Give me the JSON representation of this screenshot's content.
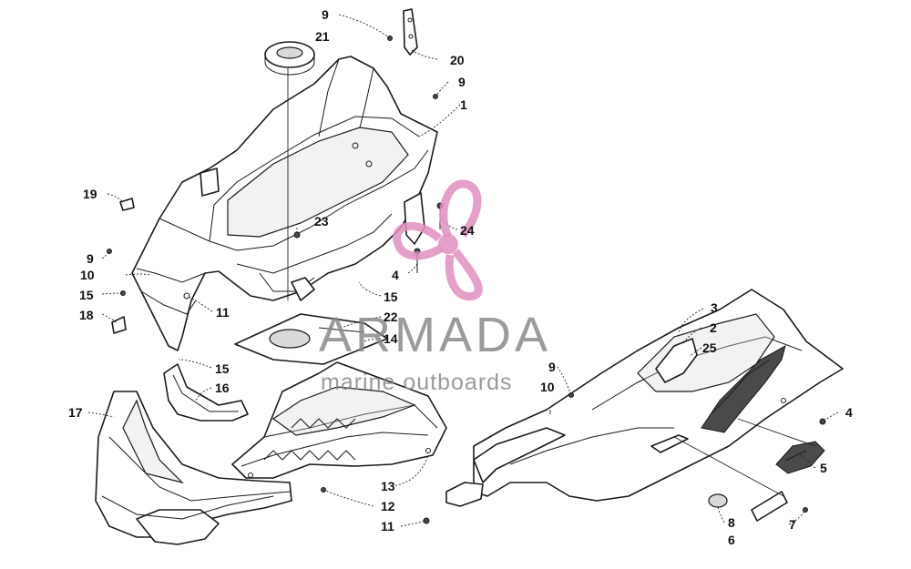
{
  "callouts": [
    {
      "id": "c9a",
      "text": "9"
    },
    {
      "id": "c21",
      "text": "21"
    },
    {
      "id": "c20",
      "text": "20"
    },
    {
      "id": "c9b",
      "text": "9"
    },
    {
      "id": "c1",
      "text": "1"
    },
    {
      "id": "c19",
      "text": "19"
    },
    {
      "id": "c23",
      "text": "23"
    },
    {
      "id": "c24",
      "text": "24"
    },
    {
      "id": "c9c",
      "text": "9"
    },
    {
      "id": "c10a",
      "text": "10"
    },
    {
      "id": "c4a",
      "text": "4"
    },
    {
      "id": "c15a",
      "text": "15"
    },
    {
      "id": "c15b",
      "text": "15"
    },
    {
      "id": "c11a",
      "text": "11"
    },
    {
      "id": "c18",
      "text": "18"
    },
    {
      "id": "c22",
      "text": "22"
    },
    {
      "id": "c14",
      "text": "14"
    },
    {
      "id": "c3",
      "text": "3"
    },
    {
      "id": "c2",
      "text": "2"
    },
    {
      "id": "c25",
      "text": "25"
    },
    {
      "id": "c15c",
      "text": "15"
    },
    {
      "id": "c16",
      "text": "16"
    },
    {
      "id": "c9d",
      "text": "9"
    },
    {
      "id": "c10b",
      "text": "10"
    },
    {
      "id": "c4b",
      "text": "4"
    },
    {
      "id": "c17",
      "text": "17"
    },
    {
      "id": "c5",
      "text": "5"
    },
    {
      "id": "c13",
      "text": "13"
    },
    {
      "id": "c12",
      "text": "12"
    },
    {
      "id": "c11b",
      "text": "11"
    },
    {
      "id": "c8",
      "text": "8"
    },
    {
      "id": "c7",
      "text": "7"
    },
    {
      "id": "c6",
      "text": "6"
    }
  ],
  "watermark": {
    "title": "ARMADA",
    "subtitle": "marine outboards",
    "logo_icon": "propeller-icon",
    "logo_color": "#e08fc0",
    "text_color": "#8a8a8a"
  }
}
